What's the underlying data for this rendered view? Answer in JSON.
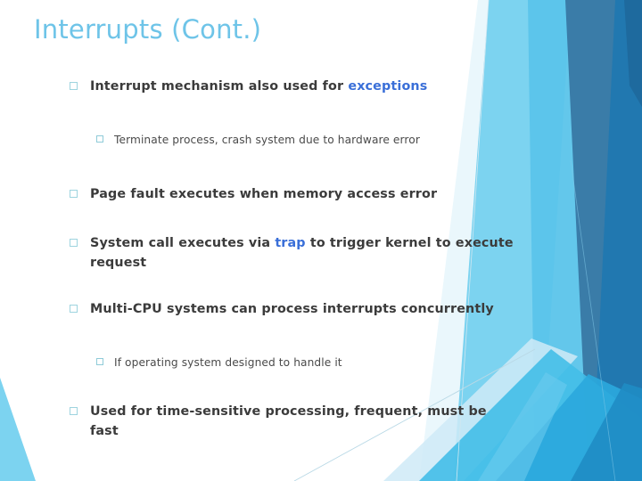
{
  "slide": {
    "title": "Interrupts (Cont.)",
    "title_color": "#6EC4E8",
    "accent_color": "#3A6FD8",
    "bullet_marker_color": "#9ED4DF",
    "background_color": "#FFFFFF",
    "body_text_color": "#3B3B3B"
  },
  "content": [
    {
      "level": 1,
      "marker": "hollow-square-bullet",
      "parts": [
        {
          "text": "Interrupt mechanism also used for ",
          "accent": false
        },
        {
          "text": "exceptions",
          "accent": true
        }
      ],
      "plain": "Interrupt mechanism also used for exceptions"
    },
    {
      "level": 2,
      "marker": "hollow-square-bullet",
      "parts": [
        {
          "text": "Terminate process, crash system due to hardware error",
          "accent": false
        }
      ],
      "plain": "Terminate process, crash system due to hardware error"
    },
    {
      "level": 1,
      "marker": "hollow-square-bullet",
      "parts": [
        {
          "text": "Page fault executes when memory access error",
          "accent": false
        }
      ],
      "plain": "Page fault executes when memory access error"
    },
    {
      "level": 1,
      "marker": "hollow-square-bullet",
      "parts": [
        {
          "text": "System call executes via ",
          "accent": false
        },
        {
          "text": "trap",
          "accent": true
        },
        {
          "text": " to trigger kernel to execute request",
          "accent": false
        }
      ],
      "plain": "System call executes via trap to trigger kernel to execute request"
    },
    {
      "level": 1,
      "marker": "hollow-square-bullet",
      "parts": [
        {
          "text": "Multi-CPU systems can process interrupts concurrently",
          "accent": false
        }
      ],
      "plain": "Multi-CPU systems can process interrupts concurrently"
    },
    {
      "level": 2,
      "marker": "hollow-square-bullet",
      "parts": [
        {
          "text": "If operating system designed to handle it",
          "accent": false
        }
      ],
      "plain": "If operating system designed to handle it"
    },
    {
      "level": 1,
      "marker": "hollow-square-bullet",
      "parts": [
        {
          "text": "Used for time-sensitive processing, frequent, must be fast",
          "accent": false
        }
      ],
      "plain": "Used for time-sensitive processing, frequent, must be fast"
    }
  ],
  "decoration": {
    "name": "angled-blue-ribbon-background",
    "palette": {
      "pale_blue": "#D7EEF9",
      "light_blue": "#7CD3F0",
      "sky_blue": "#5BC4EA",
      "mid_blue": "#31A8DC",
      "steel_blue": "#3A7CA8",
      "deep_blue": "#2178B0",
      "dark_blue": "#1E6A9E",
      "hairline": "#BBD9E6"
    }
  }
}
